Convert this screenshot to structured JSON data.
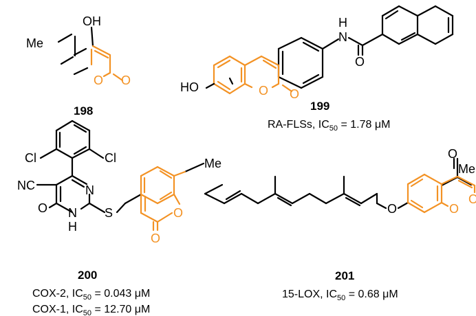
{
  "colors": {
    "coumarin_core": "#f39224",
    "bond": "#000000"
  },
  "compounds": {
    "c198": {
      "number": "198",
      "atoms": {
        "oh": "OH",
        "me": "Me",
        "o_ring": "O",
        "o_carbonyl": "O"
      }
    },
    "c199": {
      "number": "199",
      "activity": {
        "target": "RA-FLSs, IC",
        "sub": "50",
        "value": " = 1.78 μM"
      },
      "atoms": {
        "ho": "HO",
        "o_ring": "O",
        "o_carbonyl": "O",
        "nh": "N",
        "h": "H",
        "o_amide": "O"
      }
    },
    "c200": {
      "number": "200",
      "activities": [
        {
          "target": "COX-2, IC",
          "sub": "50",
          "value": " = 0.043 μM"
        },
        {
          "target": "COX-1, IC",
          "sub": "50",
          "value": " = 12.70 μM"
        }
      ],
      "atoms": {
        "cl1": "Cl",
        "cl2": "Cl",
        "nc": "NC",
        "n_top": "N",
        "o_left": "O",
        "nh_n": "N",
        "nh_h": "H",
        "s": "S",
        "me": "Me",
        "o_ring": "O",
        "o_carbonyl": "O"
      }
    },
    "c201": {
      "number": "201",
      "activity": {
        "target": "15-LOX, IC",
        "sub": "50",
        "value": " = 0.68 μM"
      },
      "atoms": {
        "o_ether": "O",
        "o_ring": "O",
        "o_carbonyl": "O",
        "o_acetyl": "O",
        "me": "Me"
      }
    }
  }
}
